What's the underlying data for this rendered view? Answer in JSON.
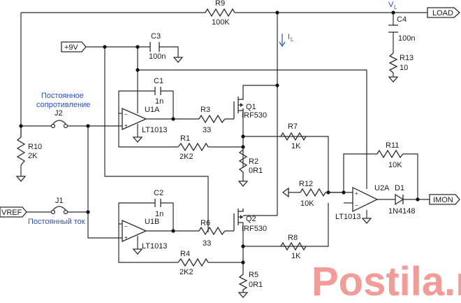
{
  "ports": {
    "load": "LOAD",
    "imon": "IMON",
    "vref": "VREF",
    "supply": "+9V",
    "vl": "V",
    "vl_sub": "L",
    "il": "I",
    "il_sub": "L"
  },
  "resistors": {
    "r1": {
      "ref": "R1",
      "value": "2K2"
    },
    "r2": {
      "ref": "R2",
      "value": "0R1"
    },
    "r3": {
      "ref": "R3",
      "value": "33"
    },
    "r4": {
      "ref": "R4",
      "value": "2K2"
    },
    "r5": {
      "ref": "R5",
      "value": "0R1"
    },
    "r6": {
      "ref": "R6",
      "value": "33"
    },
    "r7": {
      "ref": "R7",
      "value": "1K"
    },
    "r8": {
      "ref": "R8",
      "value": "1K"
    },
    "r9": {
      "ref": "R9",
      "value": "100K"
    },
    "r10": {
      "ref": "R10",
      "value": "2K"
    },
    "r11": {
      "ref": "R11",
      "value": "10K"
    },
    "r12": {
      "ref": "R12",
      "value": "10K"
    },
    "r13": {
      "ref": "R13",
      "value": "10"
    }
  },
  "capacitors": {
    "c1": {
      "ref": "C1",
      "value": "1n"
    },
    "c2": {
      "ref": "C2",
      "value": "1n"
    },
    "c3": {
      "ref": "C3",
      "value": "100n"
    },
    "c4": {
      "ref": "C4",
      "value": "100n"
    }
  },
  "transistors": {
    "q1": {
      "ref": "Q1",
      "part": "IRF530"
    },
    "q2": {
      "ref": "Q2",
      "part": "IRF530"
    }
  },
  "opamps": {
    "u1a": {
      "ref": "U1A",
      "part": "LT1013"
    },
    "u1b": {
      "ref": "U1B",
      "part": "LT1013"
    },
    "u2a": {
      "ref": "U2A",
      "part": "LT1013"
    }
  },
  "diode": {
    "ref": "D1",
    "part": "1N4148"
  },
  "jumpers": {
    "j1": {
      "ref": "J1",
      "note": "Постоянный ток"
    },
    "j2": {
      "ref": "J2",
      "note_line1": "Постоянное",
      "note_line2": "сопротивление"
    }
  },
  "watermark": "Postila.ru",
  "colors": {
    "wire": "#2b2b2b",
    "annotation": "#2a4fbf",
    "watermark": "#e94b43"
  }
}
